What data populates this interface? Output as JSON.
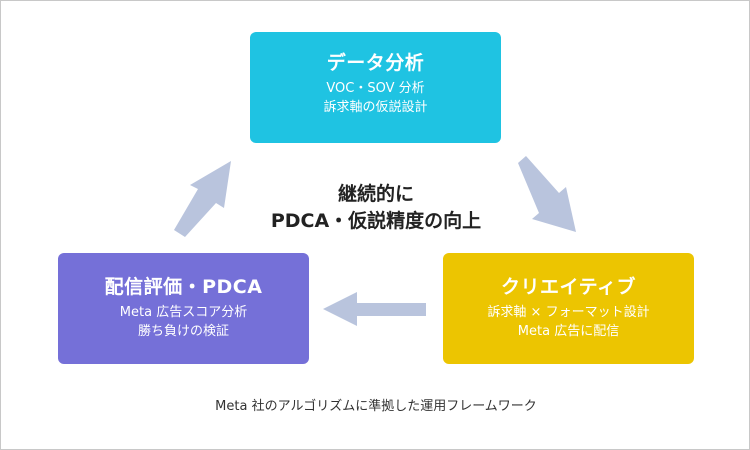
{
  "center": {
    "line1": "継続的に",
    "line2": "PDCA・仮説精度の向上"
  },
  "boxes": {
    "data_analysis": {
      "title": "データ分析",
      "lines": [
        "VOC・SOV 分析",
        "訴求軸の仮説設計"
      ],
      "color": "#1fc3e2"
    },
    "creative": {
      "title": "クリエイティブ",
      "lines": [
        "訴求軸 × フォーマット設計",
        "Meta 広告に配信"
      ],
      "color": "#ecc501"
    },
    "review": {
      "title": "配信評価・PDCA",
      "lines": [
        "Meta 広告スコア分析",
        "勝ち負けの検証"
      ],
      "color": "#7570d8"
    }
  },
  "caption": "Meta 社のアルゴリズムに準拠した運用フレームワーク",
  "colors": {
    "arrow": "#b9c4dd",
    "border": "#c8c8c8",
    "text": "#222222"
  }
}
